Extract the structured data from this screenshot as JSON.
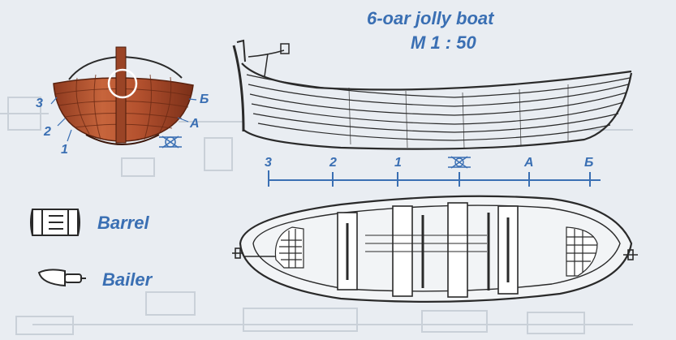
{
  "title": {
    "line1": "6-oar jolly boat",
    "line2": "M 1 : 50"
  },
  "stations": {
    "body_left": [
      "3",
      "2",
      "1"
    ],
    "body_right": [
      "Б",
      "A"
    ],
    "scale": [
      "3",
      "2",
      "1",
      "A",
      "Б"
    ]
  },
  "legend": [
    {
      "label": "Barrel",
      "icon": "barrel-icon"
    },
    {
      "label": "Bailer",
      "icon": "bailer-icon"
    }
  ],
  "colors": {
    "label_blue": "#3a6fb3",
    "hull_wood": "#b5522f",
    "ink": "#2a2a2a",
    "background": "#e9edf2"
  }
}
